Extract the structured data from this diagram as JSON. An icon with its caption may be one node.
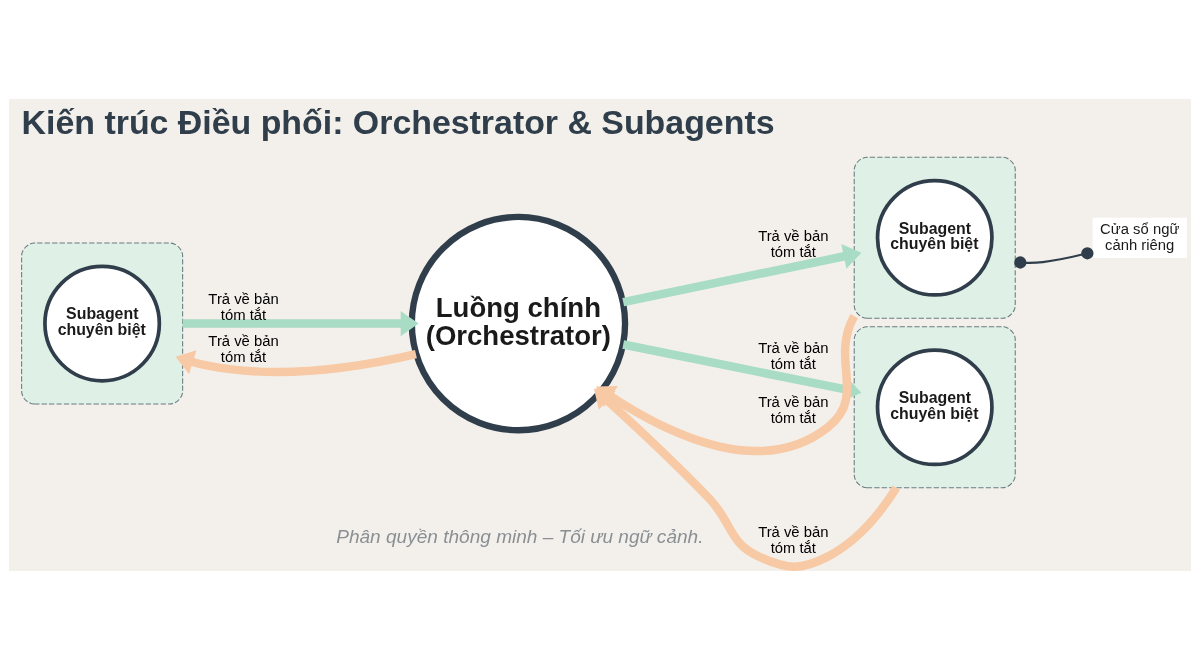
{
  "diagram": {
    "title": "Kiến trúc Điều phối: Orchestrator & Subagents",
    "caption": "Phân quyền thông minh – Tối ưu ngữ cảnh.",
    "nodes": [
      {
        "text": [
          "Luồng chính (Orchestrator)"
        ]
      },
      {
        "text": [],
        "shape": "box"
      },
      {
        "text": [
          "Subagent chuyên biệt"
        ],
        "in": 1
      },
      {
        "text": [],
        "shape": "box"
      },
      {
        "text": [
          "Subagent chuyên biệt"
        ],
        "in": 3
      },
      {
        "text": [],
        "shape": "box"
      },
      {
        "text": [
          "Subagent chuyên biệt"
        ],
        "in": 5
      },
      {
        "text": [
          "Cửa sổ ngữ cảnh riêng"
        ]
      }
    ],
    "edges": [
      {
        "from": 1,
        "to": 0,
        "arrow": "to",
        "label": "Trả về bản tóm tắt",
        "color": "#a8dcc4"
      },
      {
        "from": 0,
        "to": 1,
        "arrow": "to",
        "label": "Trả về bản tóm tắt",
        "color": "#f7c9a4"
      },
      {
        "from": 0,
        "to": 3,
        "arrow": "to",
        "label": "Trả về bản tóm tắt",
        "color": "#a8dcc4"
      },
      {
        "from": 3,
        "to": 0,
        "arrow": "to",
        "label": "Trả về bản tóm tắt",
        "color": "#f7c9a4"
      },
      {
        "from": 0,
        "to": 5,
        "arrow": "to",
        "label": "Trả về bản tóm tắt",
        "color": "#a8dcc4"
      },
      {
        "from": 5,
        "to": 0,
        "arrow": "to",
        "label": "Trả về bản tóm tắt",
        "color": "#f7c9a4"
      },
      {
        "from": 7,
        "to": 3,
        "arrow": "other",
        "color": "#2f3e4a"
      }
    ]
  }
}
